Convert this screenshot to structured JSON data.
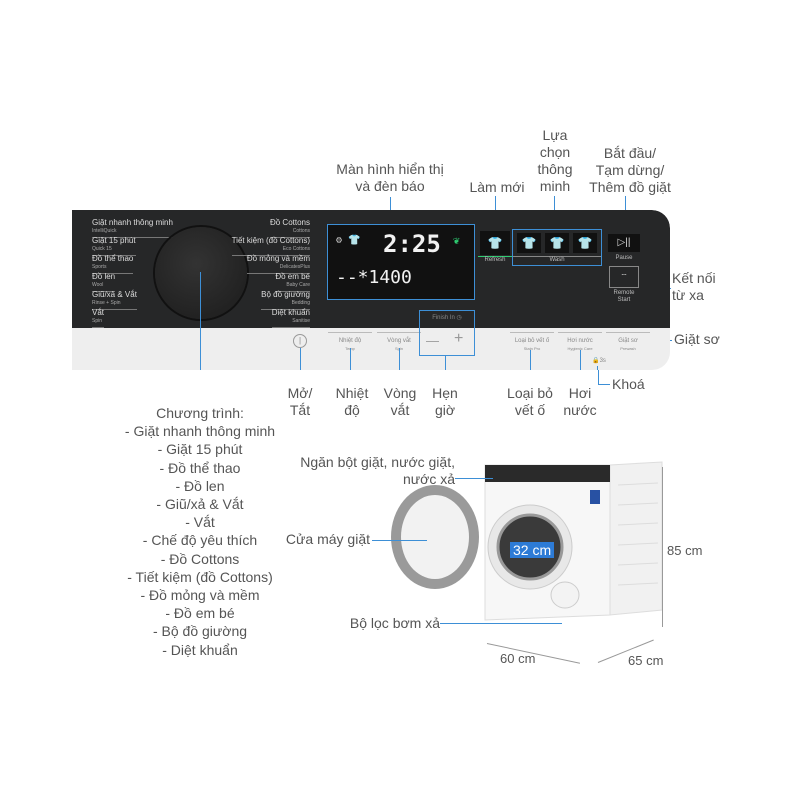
{
  "callouts": {
    "display": [
      "Màn hình hiển thị",
      "và đèn báo"
    ],
    "refresh": "Làm mới",
    "smart": [
      "Lựa",
      "chọn",
      "thông",
      "minh"
    ],
    "start": [
      "Bắt đầu/",
      "Tạm dừng/",
      "Thêm đồ giặt"
    ],
    "remote": [
      "Kết nối",
      "từ xa"
    ],
    "prewash": "Giặt sơ",
    "lock": "Khoá",
    "power": [
      "Mở/",
      "Tắt"
    ],
    "temp": [
      "Nhiệt",
      "độ"
    ],
    "spin": [
      "Vòng",
      "vắt"
    ],
    "timer": [
      "Hẹn",
      "giờ"
    ],
    "stain": [
      "Loại bỏ",
      "vết ố"
    ],
    "steam": [
      "Hơi",
      "nước"
    ]
  },
  "panel": {
    "programs_left": [
      {
        "vi": "Giặt nhanh thông minh",
        "en": "IntelliQuick"
      },
      {
        "vi": "Giặt 15 phút",
        "en": "Quick 15"
      },
      {
        "vi": "Đồ thể thao",
        "en": "Sports"
      },
      {
        "vi": "Đồ len",
        "en": "Wool"
      },
      {
        "vi": "Giũ/xả & Vắt",
        "en": "Rinse + Spin"
      },
      {
        "vi": "Vắt",
        "en": "Spin"
      }
    ],
    "programs_right": [
      {
        "vi": "Đồ Cottons",
        "en": "Cottons"
      },
      {
        "vi": "Tiết kiệm (đồ Cottons)",
        "en": "Eco Cottons"
      },
      {
        "vi": "Đồ mỏng và mềm",
        "en": "DelicatesPlus"
      },
      {
        "vi": "Đồ em bé",
        "en": "Baby Care"
      },
      {
        "vi": "Bộ đồ giường",
        "en": "Bedding"
      },
      {
        "vi": "Diệt khuẩn",
        "en": "Sanitise"
      }
    ],
    "time": "2:25",
    "spin_display": "--*1400",
    "refresh_caption": "Refresh",
    "wash_caption": "Wash",
    "pause_caption": "Pause",
    "remote_caption": [
      "Remote",
      "Start"
    ],
    "finish_in": "Finish In",
    "minus": "—",
    "plus": "+",
    "lower": [
      {
        "vi": "Nhiệt độ",
        "en": "Temp"
      },
      {
        "vi": "Vòng vắt",
        "en": "Spin"
      },
      {
        "vi": "Loại bỏ vết ố",
        "en": "Stain Pro"
      },
      {
        "vi": "Hơi nước",
        "en": "Hygienic Care"
      },
      {
        "vi": "Giặt sơ",
        "en": "Prewash"
      }
    ],
    "lock_caption": "3s"
  },
  "programs": {
    "title": "Chương trình:",
    "items": [
      "- Giặt nhanh thông minh",
      "- Giặt 15 phút",
      "- Đồ thể thao",
      "- Đồ len",
      "- Giũ/xả & Vắt",
      "- Vắt",
      "- Chế độ yêu thích",
      "- Đồ Cottons",
      "- Tiết kiệm (đồ Cottons)",
      "- Đồ mỏng và mềm",
      "- Đồ em bé",
      "- Bộ đồ giường",
      "- Diệt khuẩn"
    ]
  },
  "machine": {
    "dispenser": [
      "Ngăn bột giặt, nước giặt,",
      "nước xả"
    ],
    "door": "Cửa máy giặt",
    "filter": "Bộ lọc bơm xả",
    "door_diameter": "32 cm",
    "height": "85 cm",
    "width": "60 cm",
    "depth": "65 cm"
  },
  "colors": {
    "accent": "#3d8fd6",
    "panel": "#262728",
    "eco": "#2ecc71"
  }
}
